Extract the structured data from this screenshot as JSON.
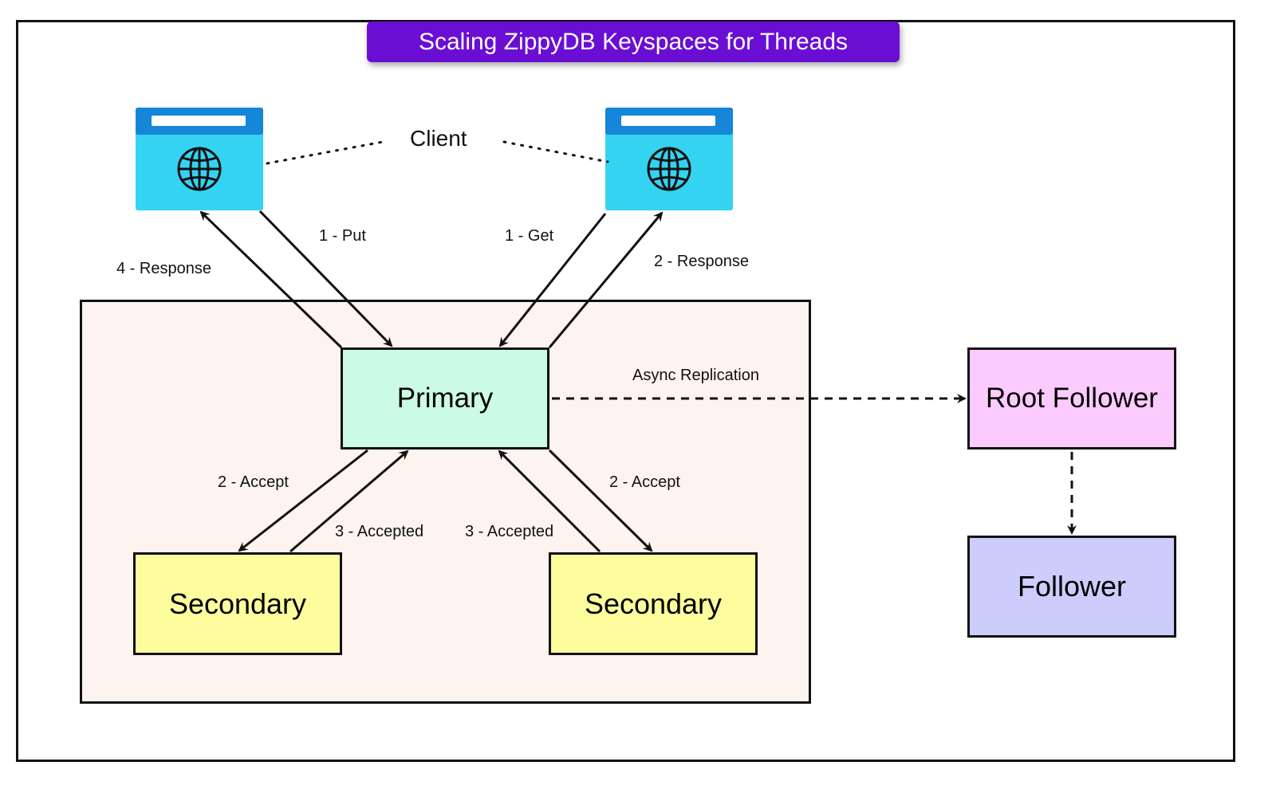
{
  "title": "Scaling ZippyDB Keyspaces for Threads",
  "client_label": "Client",
  "nodes": {
    "primary": "Primary",
    "secondary_left": "Secondary",
    "secondary_right": "Secondary",
    "root_follower": "Root Follower",
    "follower": "Follower"
  },
  "edge_labels": {
    "put": "1 - Put",
    "get": "1 - Get",
    "response_left": "4 - Response",
    "response_right": "2 - Response",
    "async_replication": "Async Replication",
    "accept_left": "2 - Accept",
    "accept_right": "2 - Accept",
    "accepted_left": "3 - Accepted",
    "accepted_right": "3 - Accepted"
  },
  "colors": {
    "title_bg": "#6a0ed4",
    "cluster_bg": "#fdf3ef",
    "primary_bg": "#ccfbe4",
    "secondary_bg": "#fdfd9d",
    "root_follower_bg": "#fccbfd",
    "follower_bg": "#cdcdfc",
    "client_icon": "#35d3f2"
  },
  "icons": [
    "web-browser-globe-icon",
    "web-browser-globe-icon"
  ]
}
